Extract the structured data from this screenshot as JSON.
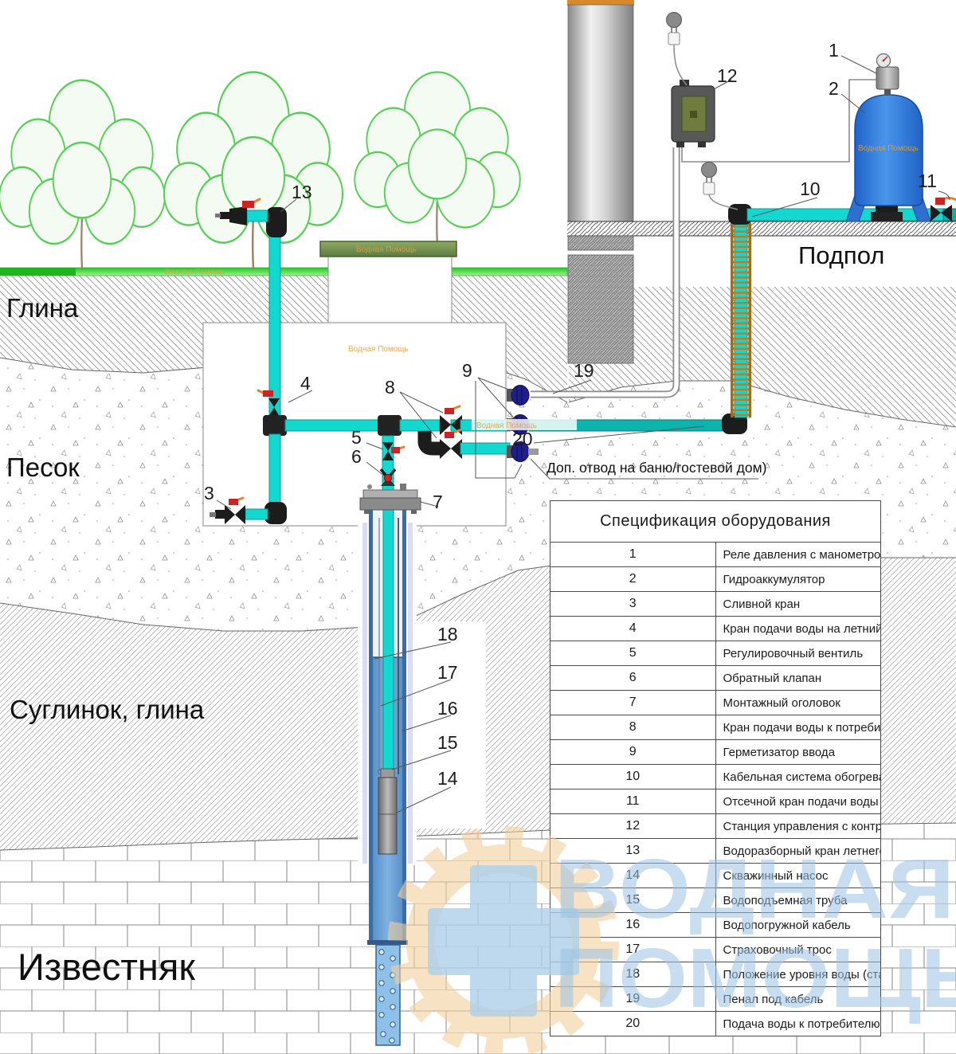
{
  "watermark": {
    "line1": "ВОДНАЯ",
    "line2": "ПОМОЩЬ",
    "small": "Водная Помощь"
  },
  "layers": {
    "clay": "Глина",
    "sand": "Песок",
    "loam": "Суглинок, глина",
    "limestone": "Известняк"
  },
  "annotations": {
    "podpol": "Подпол",
    "dop_otvod": "Доп. отвод  на  баню/гостевой дом)"
  },
  "callouts": {
    "n1": "1",
    "n2": "2",
    "n3": "3",
    "n4": "4",
    "n5": "5",
    "n6": "6",
    "n7": "7",
    "n8": "8",
    "n9": "9",
    "n10": "10",
    "n11": "11",
    "n12": "12",
    "n13": "13",
    "n14": "14",
    "n15": "15",
    "n16": "16",
    "n17": "17",
    "n18": "18",
    "n19": "19",
    "n20": "20"
  },
  "spec_table": {
    "title": "Спецификация оборудования",
    "rows": [
      {
        "num": "1",
        "name": "Реле давления с манометром"
      },
      {
        "num": "2",
        "name": "Гидроаккумулятор"
      },
      {
        "num": "3",
        "name": "Сливной кран"
      },
      {
        "num": "4",
        "name": "Кран подачи воды на летний полив"
      },
      {
        "num": "5",
        "name": "Регулировочный вентиль"
      },
      {
        "num": "6",
        "name": "Обратный клапан"
      },
      {
        "num": "7",
        "name": "Монтажный оголовок"
      },
      {
        "num": "8",
        "name": "Кран подачи воды к потребителю"
      },
      {
        "num": "9",
        "name": "Герметизатор ввода"
      },
      {
        "num": "10",
        "name": "Кабельная система обогрева"
      },
      {
        "num": "11",
        "name": "Отсечной кран подачи воды"
      },
      {
        "num": "12",
        "name": "Станция управления с контролем напряжения"
      },
      {
        "num": "13",
        "name": "Водоразборный кран летнего отвода"
      },
      {
        "num": "14",
        "name": "Скважинный  насос"
      },
      {
        "num": "15",
        "name": "Водоподъемная труба"
      },
      {
        "num": "16",
        "name": "Водопогружной кабель"
      },
      {
        "num": "17",
        "name": "Страховочный трос"
      },
      {
        "num": "18",
        "name": "Положение уровня воды  (статика/динамика )"
      },
      {
        "num": "19",
        "name": "Пенал под кабель"
      },
      {
        "num": "20",
        "name": "Подача воды к потребителю"
      }
    ]
  },
  "colors": {
    "pipe": "#12d8d0",
    "pipe_dark": "#0db4ae",
    "valve_red": "#cc2424",
    "tank_blue": "#2f6fd0",
    "coil_orange": "#c8781e",
    "grass_green": "#3fcf3f",
    "lid_green": "#7a9a55",
    "seal_navy": "#1e1e8e",
    "wm_blue": "#9cc2e2",
    "wm_orange": "#f2cf9e"
  }
}
